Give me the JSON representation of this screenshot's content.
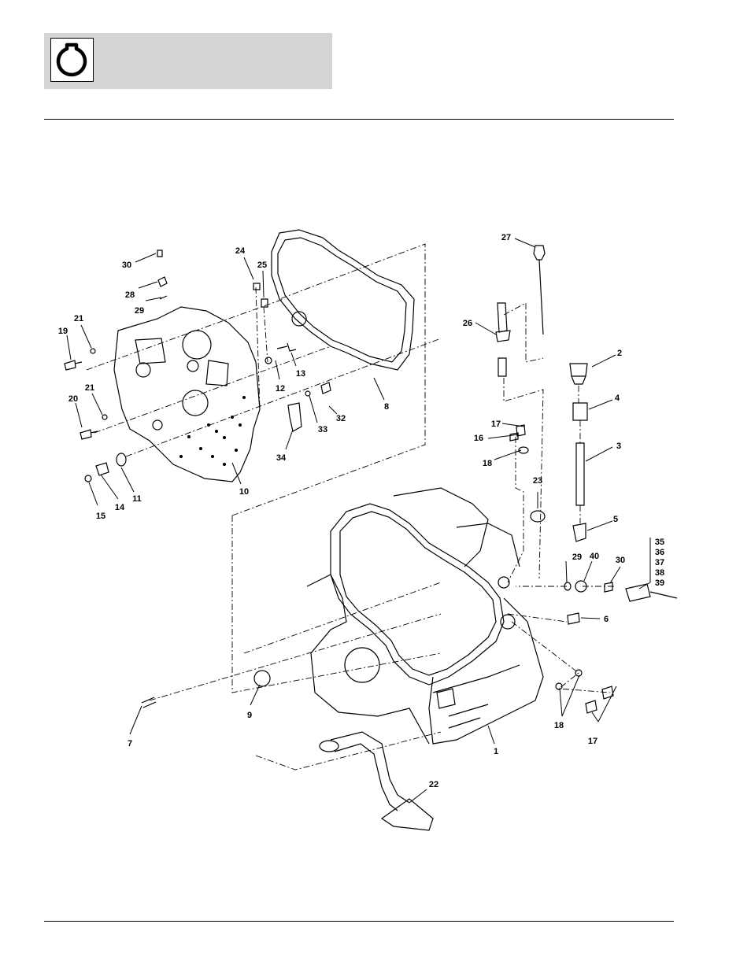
{
  "header": {
    "logo_icon": "transmission-housing-icon"
  },
  "diagram": {
    "callouts": [
      {
        "id": "c1",
        "text": "1"
      },
      {
        "id": "c2",
        "text": "2"
      },
      {
        "id": "c3",
        "text": "3"
      },
      {
        "id": "c4",
        "text": "4"
      },
      {
        "id": "c5",
        "text": "5"
      },
      {
        "id": "c6",
        "text": "6"
      },
      {
        "id": "c7",
        "text": "7"
      },
      {
        "id": "c8",
        "text": "8"
      },
      {
        "id": "c9",
        "text": "9"
      },
      {
        "id": "c10",
        "text": "10"
      },
      {
        "id": "c11",
        "text": "11"
      },
      {
        "id": "c12",
        "text": "12"
      },
      {
        "id": "c13",
        "text": "13"
      },
      {
        "id": "c14",
        "text": "14"
      },
      {
        "id": "c15",
        "text": "15"
      },
      {
        "id": "c16",
        "text": "16"
      },
      {
        "id": "c17a",
        "text": "17"
      },
      {
        "id": "c17b",
        "text": "17"
      },
      {
        "id": "c18a",
        "text": "18"
      },
      {
        "id": "c18b",
        "text": "18"
      },
      {
        "id": "c19",
        "text": "19"
      },
      {
        "id": "c20",
        "text": "20"
      },
      {
        "id": "c21a",
        "text": "21"
      },
      {
        "id": "c21b",
        "text": "21"
      },
      {
        "id": "c22",
        "text": "22"
      },
      {
        "id": "c23",
        "text": "23"
      },
      {
        "id": "c24",
        "text": "24"
      },
      {
        "id": "c25",
        "text": "25"
      },
      {
        "id": "c26",
        "text": "26"
      },
      {
        "id": "c27",
        "text": "27"
      },
      {
        "id": "c28",
        "text": "28"
      },
      {
        "id": "c29a",
        "text": "29"
      },
      {
        "id": "c29b",
        "text": "29"
      },
      {
        "id": "c30a",
        "text": "30"
      },
      {
        "id": "c30b",
        "text": "30"
      },
      {
        "id": "c32",
        "text": "32"
      },
      {
        "id": "c33",
        "text": "33"
      },
      {
        "id": "c34",
        "text": "34"
      },
      {
        "id": "c35",
        "text": "35"
      },
      {
        "id": "c36",
        "text": "36"
      },
      {
        "id": "c37",
        "text": "37"
      },
      {
        "id": "c38",
        "text": "38"
      },
      {
        "id": "c39",
        "text": "39"
      },
      {
        "id": "c40",
        "text": "40"
      }
    ]
  }
}
